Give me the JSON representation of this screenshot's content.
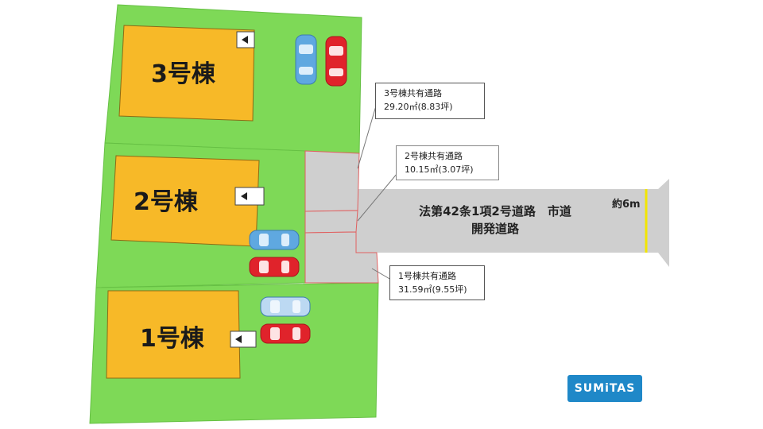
{
  "buildings": [
    {
      "label": "3号棟"
    },
    {
      "label": "2号棟"
    },
    {
      "label": "1号棟"
    }
  ],
  "shared_paths": [
    {
      "name": "3号棟共有通路",
      "area": "29.20㎡(8.83坪)"
    },
    {
      "name": "2号棟共有通路",
      "area": "10.15㎡(3.07坪)"
    },
    {
      "name": "1号棟共有通路",
      "area": "31.59㎡(9.55坪)"
    }
  ],
  "road": {
    "line1": "法第42条1項2号道路　市道",
    "line2": "開発道路",
    "width": "約6m"
  },
  "logo": {
    "text": "SUMiTAS"
  },
  "colors": {
    "lot": "#7ed957",
    "building": "#f7b928",
    "road": "#cfcfcf",
    "road_edge_marker": "#f2e600",
    "car_blue": "#5fa8e0",
    "car_red": "#e0232b",
    "brand": "#1f88c8"
  }
}
